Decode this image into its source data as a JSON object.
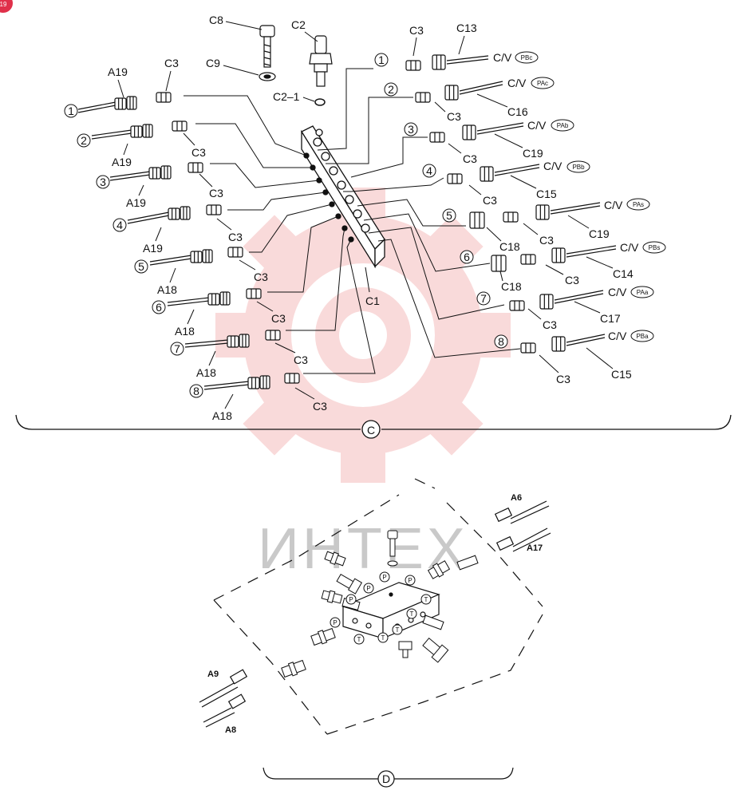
{
  "page_badge": "19",
  "watermark": {
    "text": "ИНТЕХ",
    "color": "#e85a5a"
  },
  "section_c": {
    "marker": "C",
    "parts": {
      "C8": "C8",
      "C9": "C9",
      "C2": "C2",
      "C2_1": "C2–1",
      "C1": "C1"
    },
    "left_ports": [
      {
        "num": "1",
        "hose": "A19",
        "fitting": "C3"
      },
      {
        "num": "2",
        "hose": "A19",
        "fitting": "C3"
      },
      {
        "num": "3",
        "hose": "A19",
        "fitting": "C3"
      },
      {
        "num": "4",
        "hose": "A19",
        "fitting": "C3"
      },
      {
        "num": "5",
        "hose": "A18",
        "fitting": "C3"
      },
      {
        "num": "6",
        "hose": "A18",
        "fitting": "C3"
      },
      {
        "num": "7",
        "hose": "A18",
        "fitting": "C3"
      },
      {
        "num": "8",
        "hose": "A18",
        "fitting": "C3"
      }
    ],
    "right_ports": [
      {
        "num": "1",
        "fitting": "C3",
        "hose": "C13",
        "cv": "C/V",
        "port": "PBc"
      },
      {
        "num": "2",
        "fitting": "C3",
        "hose": "C16",
        "cv": "C/V",
        "port": "PAc"
      },
      {
        "num": "3",
        "fitting": "C3",
        "hose": "C19",
        "cv": "C/V",
        "port": "PAb"
      },
      {
        "num": "4",
        "fitting": "C3",
        "hose": "C15",
        "cv": "C/V",
        "port": "PBb"
      },
      {
        "num": "5",
        "adapter": "C18",
        "fitting": "C3",
        "hose": "C19",
        "cv": "C/V",
        "port": "PAs"
      },
      {
        "num": "6",
        "adapter": "C18",
        "fitting": "C3",
        "hose": "C14",
        "cv": "C/V",
        "port": "PBs"
      },
      {
        "num": "7",
        "fitting": "C3",
        "hose": "C17",
        "cv": "C/V",
        "port": "PAa"
      },
      {
        "num": "8",
        "fitting": "C3",
        "hose": "C15",
        "cv": "C/V",
        "port": "PBa"
      }
    ]
  },
  "section_d": {
    "marker": "D",
    "labels": {
      "a6": "A6",
      "a17": "A17",
      "a9": "A9",
      "a8": "A8"
    },
    "port_p": "P",
    "port_t": "T"
  }
}
